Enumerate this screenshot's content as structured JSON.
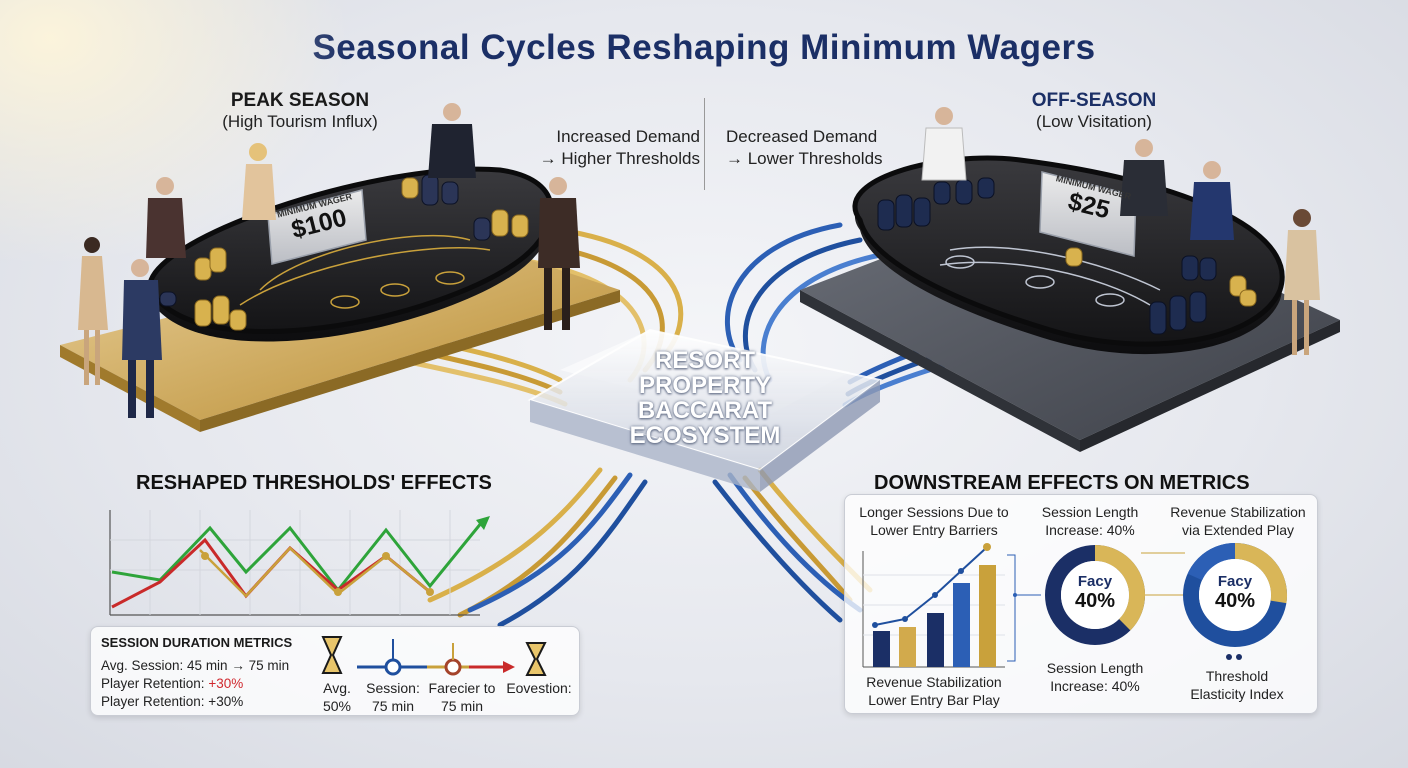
{
  "title": "Seasonal Cycles Reshaping Minimum Wagers",
  "peak": {
    "header": "PEAK SEASON",
    "subheader": "(High Tourism Influx)",
    "demand_line1": "Increased Demand",
    "demand_line2": "→ Higher Thresholds",
    "sign_label": "MINIMUM WAGER",
    "sign_value": "$100"
  },
  "off": {
    "header": "OFF-SEASON",
    "subheader": "(Low Visitation)",
    "demand_line1": "Decreased Demand",
    "demand_line2": "→ Lower Thresholds",
    "sign_label": "MINIMUM WAGER",
    "sign_value": "$25"
  },
  "center_hub": {
    "line1": "RESORT",
    "line2": "PROPERTY",
    "line3": "BACCARAT",
    "line4": "ECOSYSTEM"
  },
  "left_section": {
    "title": "RESHAPED THRESHOLDS' EFFECTS",
    "panel": {
      "title": "SESSION DURATION METRICS",
      "line1": "Avg. Session: 45 min → 75 min",
      "line2_prefix": "Player Retention: ",
      "line2_value": "+30%",
      "line3": "Player Retention: +30%",
      "step1_a": "Avg.",
      "step1_b": "50%",
      "step2_a": "Session:",
      "step2_b": "75 min",
      "step3_a": "Farecier to",
      "step3_b": "75 min",
      "step4_a": "Eovestion:"
    }
  },
  "right_section": {
    "title": "DOWNSTREAM EFFECTS ON METRICS",
    "col1_top_a": "Longer Sessions Due to",
    "col1_top_b": "Lower Entry Barriers",
    "col1_bottom_a": "Revenue Stabilization",
    "col1_bottom_b": "Lower Entry Bar Play",
    "col2_top_a": "Session Length",
    "col2_top_b": "Increase: 40%",
    "col2_bottom_a": "Session Length",
    "col2_bottom_b": "Increase: 40%",
    "col3_top_a": "Revenue Stabilization",
    "col3_top_b": "via Extended Play",
    "col3_bottom_a": "Threshold",
    "col3_bottom_b": "Elasticity Index",
    "donut1_label": "Facy",
    "donut1_value": "40%",
    "donut2_label": "Facy",
    "donut2_value": "40%"
  },
  "colors": {
    "navy": "#1b2f66",
    "gold": "#c9a13b",
    "blue": "#1f4f9e",
    "red": "#c92a2a",
    "green": "#2ea43a"
  }
}
